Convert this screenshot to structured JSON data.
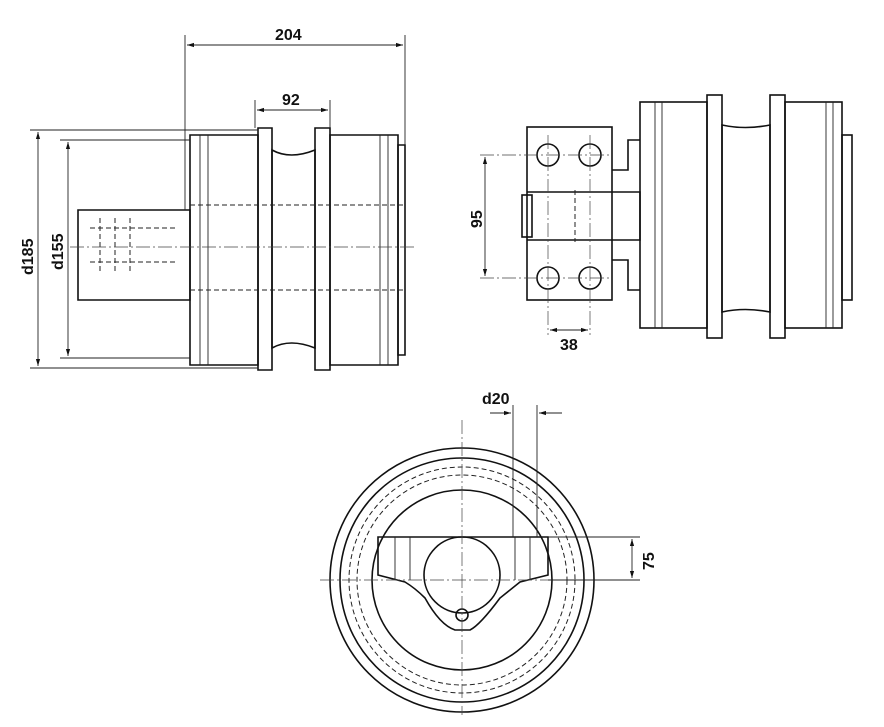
{
  "dimensions": {
    "overall_length": "204",
    "flange_spacing": "92",
    "outer_diameter": "d185",
    "tread_diameter": "d155",
    "bolt_vertical_spacing": "95",
    "bolt_horizontal_spacing": "38",
    "bolt_hole_diameter": "d20",
    "bracket_height": "75"
  }
}
